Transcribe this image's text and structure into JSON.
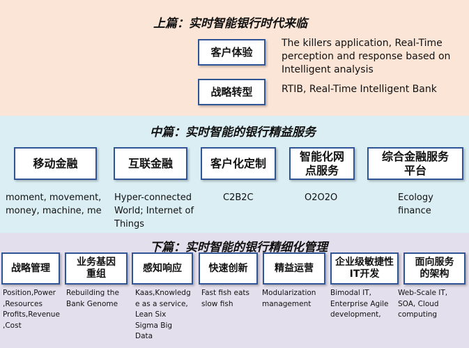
{
  "top": {
    "title": "上篇：实时智能银行时代来临",
    "boxes": [
      "客户体验",
      "战略转型"
    ],
    "descriptions": [
      "The killers application, Real-Time perception and response based on Intelligent analysis",
      "RTIB, Real-Time Intelligent Bank"
    ]
  },
  "middle": {
    "title": "中篇：实时智能的银行精益服务",
    "boxes": [
      "移动金融",
      "互联金融",
      "客户化定制",
      "智能化网点服务",
      "综合金融服务平台"
    ],
    "descriptions": [
      "moment, movement, money, machine, me",
      "Hyper-connected World; Internet of Things",
      "C2B2C",
      "O2O2O",
      "Ecology finance"
    ]
  },
  "bottom": {
    "title": "下篇：实时智能的银行精细化管理",
    "boxes": [
      "战略管理",
      "业务基因重组",
      "感知响应",
      "快速创新",
      "精益运营",
      "企业级敏捷性IT开发",
      "面向服务的架构"
    ],
    "descriptions": [
      "Position,Power ,Resources Profits,Revenue,Cost",
      "Rebuilding the Bank Genome",
      "Kaas,Knowledge as a service, Lean Six Sigma Big Data",
      "Fast fish eats slow fish",
      "Modularization management",
      "Bimodal IT, Enterprise Agile development,",
      "Web-Scale IT, SOA, Cloud computing"
    ]
  }
}
